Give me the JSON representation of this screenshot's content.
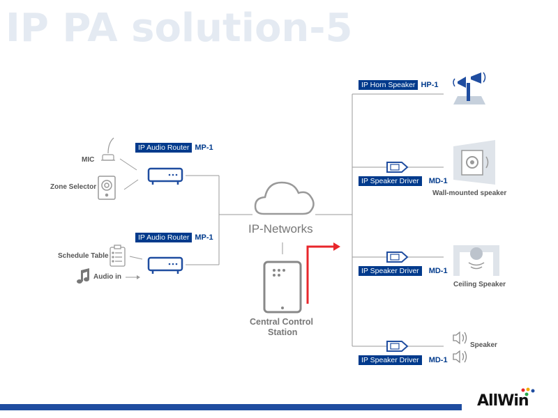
{
  "title": "IP PA solution-5",
  "sources": {
    "mic": "MIC",
    "zone_selector": "Zone Selector",
    "schedule_table": "Schedule Table",
    "audio_in": "Audio in"
  },
  "routers": [
    {
      "tag": "IP Audio Router",
      "model": "MP-1"
    },
    {
      "tag": "IP Audio Router",
      "model": "MP-1"
    }
  ],
  "network": "IP-Networks",
  "control_station": {
    "line1": "Central Control",
    "line2": "Station"
  },
  "outputs": {
    "horn": {
      "tag": "IP Horn Speaker",
      "model": "HP-1"
    },
    "drivers": [
      {
        "tag": "IP Speaker Driver",
        "model": "MD-1",
        "speaker": "Wall-mounted speaker"
      },
      {
        "tag": "IP Speaker Driver",
        "model": "MD-1",
        "speaker": "Ceiling Speaker"
      },
      {
        "tag": "IP Speaker Driver",
        "model": "MD-1",
        "speaker": "Speaker"
      }
    ]
  },
  "logo": "AllWin",
  "colors": {
    "brand_blue": "#003a8c",
    "accent_red": "#e8262b",
    "line_gray": "#999999",
    "title_watermark": "#e4eaf2"
  }
}
